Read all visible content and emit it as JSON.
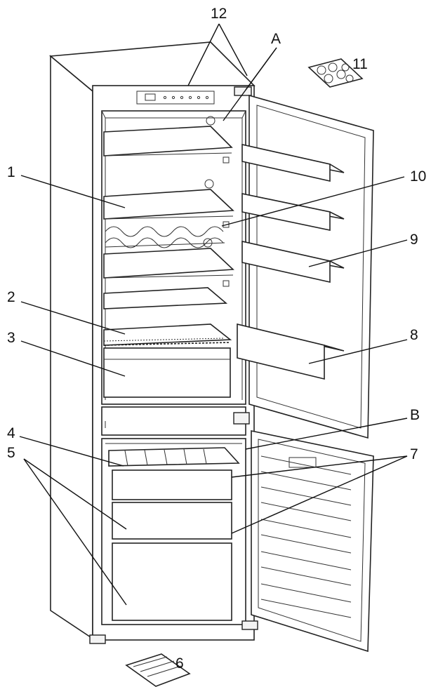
{
  "callouts": {
    "c12": "12",
    "cA": "A",
    "c11": "11",
    "c1": "1",
    "c10": "10",
    "c9": "9",
    "c2": "2",
    "c3": "3",
    "c8": "8",
    "cB": "B",
    "c4": "4",
    "c7": "7",
    "c5": "5",
    "c6": "6"
  },
  "colors": {
    "line": "#222222",
    "background": "#ffffff"
  }
}
